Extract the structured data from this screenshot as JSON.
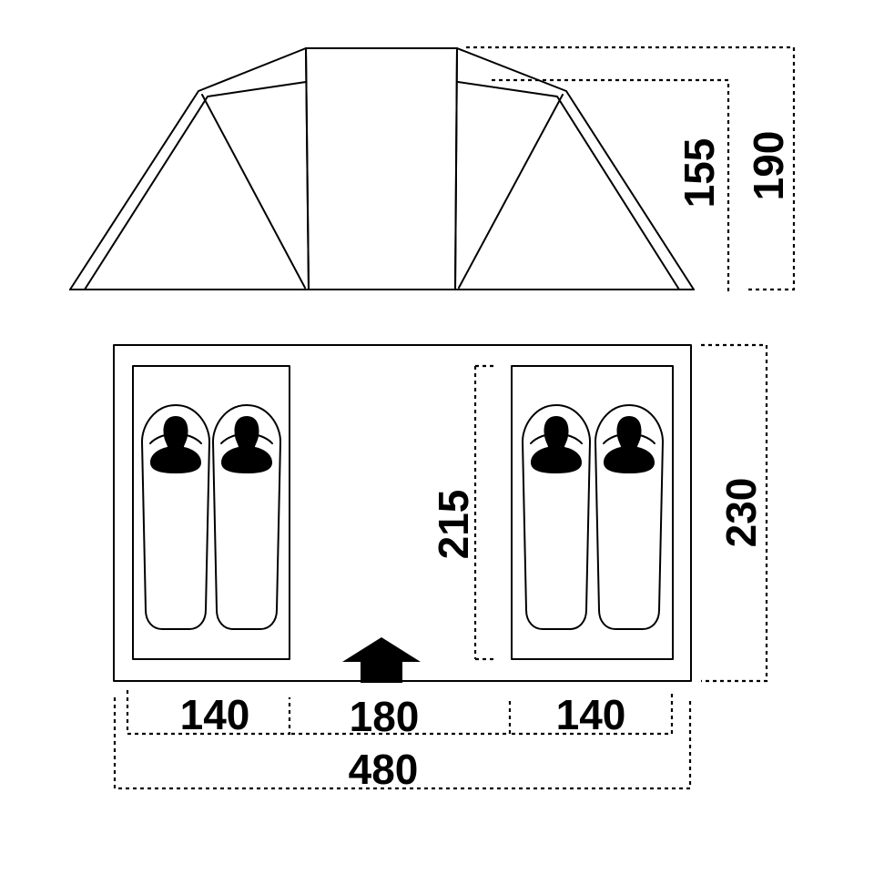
{
  "diagram": {
    "dimensions": {
      "height_inner": "155",
      "height_outer": "190",
      "inner_depth": "215",
      "outer_depth": "230",
      "left_cabin_width": "140",
      "living_area_width": "180",
      "right_cabin_width": "140",
      "total_length": "480"
    },
    "icons": {
      "sleeping_bags": "sleeping-bag-icon",
      "entrance": "entrance-arrow-icon"
    },
    "colors": {
      "line": "#000000",
      "background": "#ffffff"
    }
  }
}
